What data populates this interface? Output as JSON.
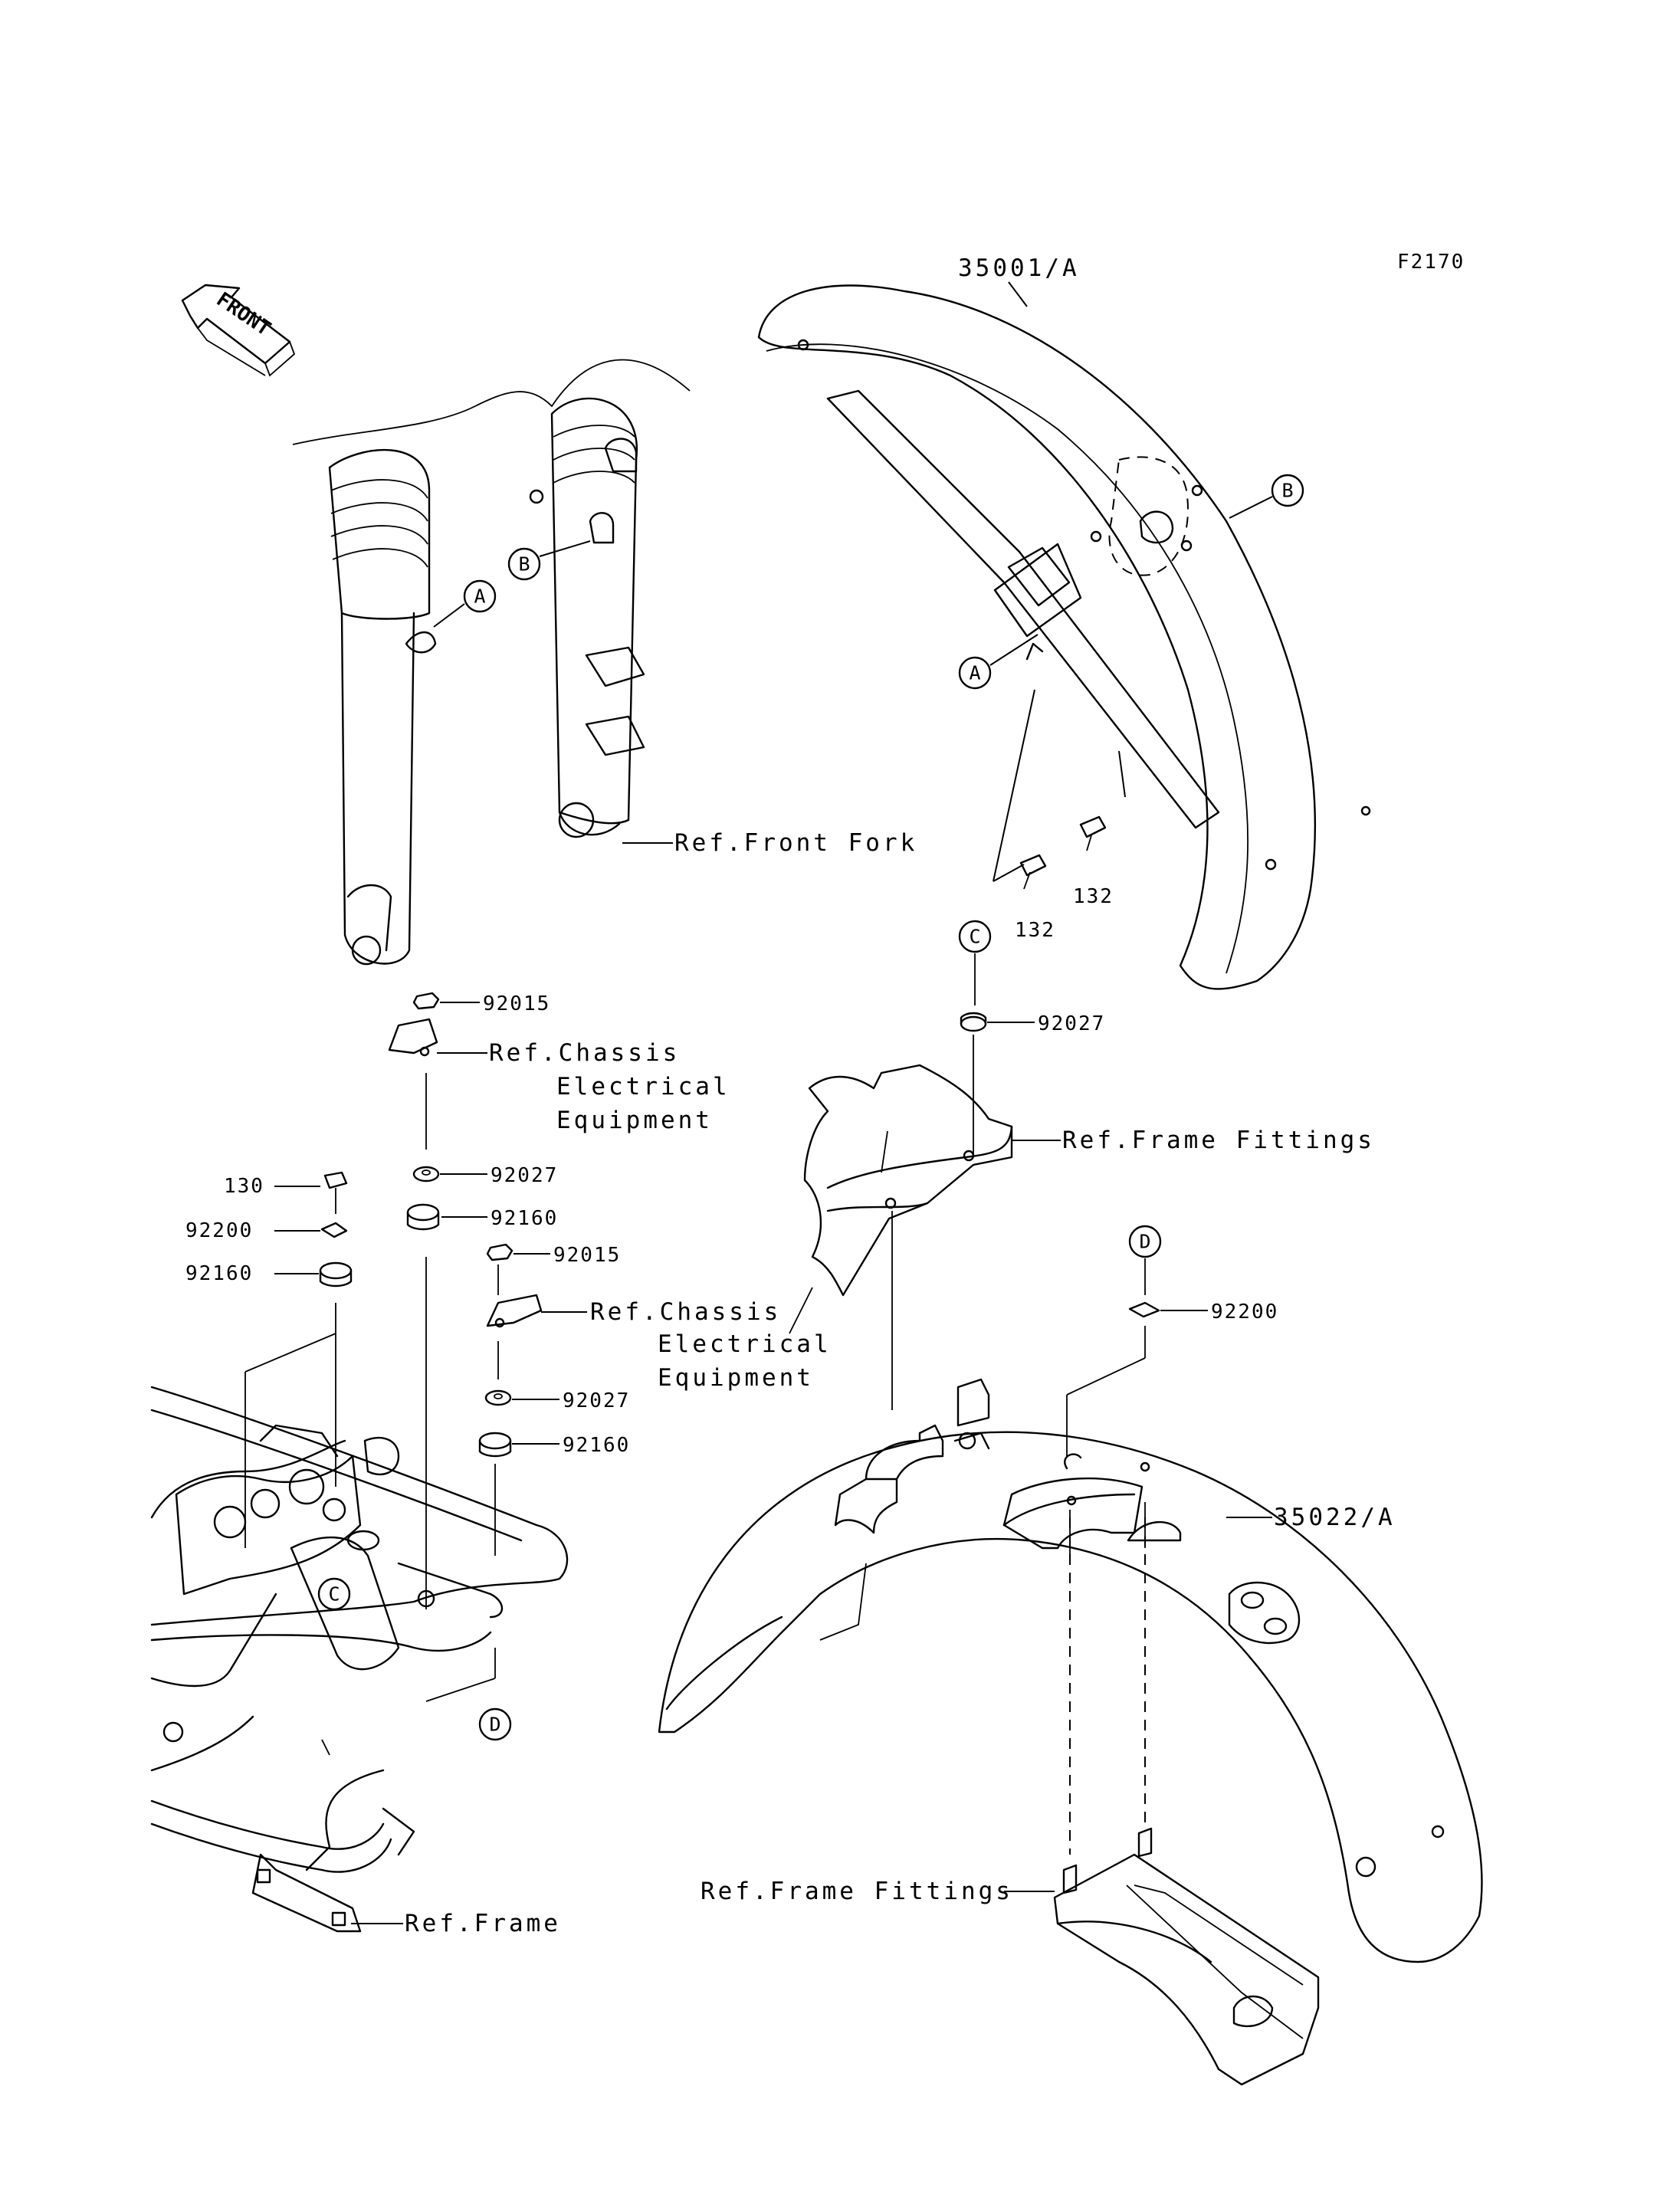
{
  "figure_code": "F2170",
  "direction_badge": "FRONT",
  "callout_letters": [
    "A",
    "B",
    "C",
    "D"
  ],
  "parts": {
    "front_fender": "35001/A",
    "rear_fender": "35022/A",
    "bolt_132_a": "132",
    "bolt_132_b": "132",
    "bolt_130": "130",
    "nut_92015_a": "92015",
    "nut_92015_b": "92015",
    "collar_92027_a": "92027",
    "collar_92027_b": "92027",
    "collar_92027_c": "92027",
    "damper_92160_a": "92160",
    "damper_92160_b": "92160",
    "damper_92160_c": "92160",
    "washer_92200_a": "92200",
    "washer_92200_b": "92200"
  },
  "references": {
    "front_fork": "Ref.Front Fork",
    "chassis_electrical_a": [
      "Ref.Chassis",
      "Electrical",
      "Equipment"
    ],
    "chassis_electrical_b": [
      "Ref.Chassis",
      "Electrical",
      "Equipment"
    ],
    "frame_fittings_upper": "Ref.Frame Fittings",
    "frame_fittings_lower": "Ref.Frame Fittings",
    "frame": "Ref.Frame"
  }
}
